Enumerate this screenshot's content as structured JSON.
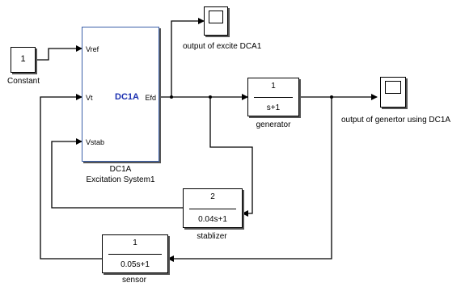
{
  "constant": {
    "value": "1",
    "label": "Constant"
  },
  "excitation": {
    "inputs": {
      "vref": "Vref",
      "vt": "Vt",
      "vstab": "Vstab"
    },
    "output": "Efd",
    "name": "DC1A",
    "label_line1": "DC1A",
    "label_line2": "Excitation System1"
  },
  "scope1": {
    "label": "output  of excite DCA1"
  },
  "generator": {
    "num": "1",
    "den": "s+1",
    "label": "generator"
  },
  "scope2": {
    "label": "output of genertor using DC1A"
  },
  "stabilizer": {
    "num": "2",
    "den": "0.04s+1",
    "label": "stablizer"
  },
  "sensor": {
    "num": "1",
    "den": "0.05s+1",
    "label": "sensor"
  },
  "colors": {
    "block_name": "#1a2fb0",
    "block_border": "#3a5fa8"
  }
}
